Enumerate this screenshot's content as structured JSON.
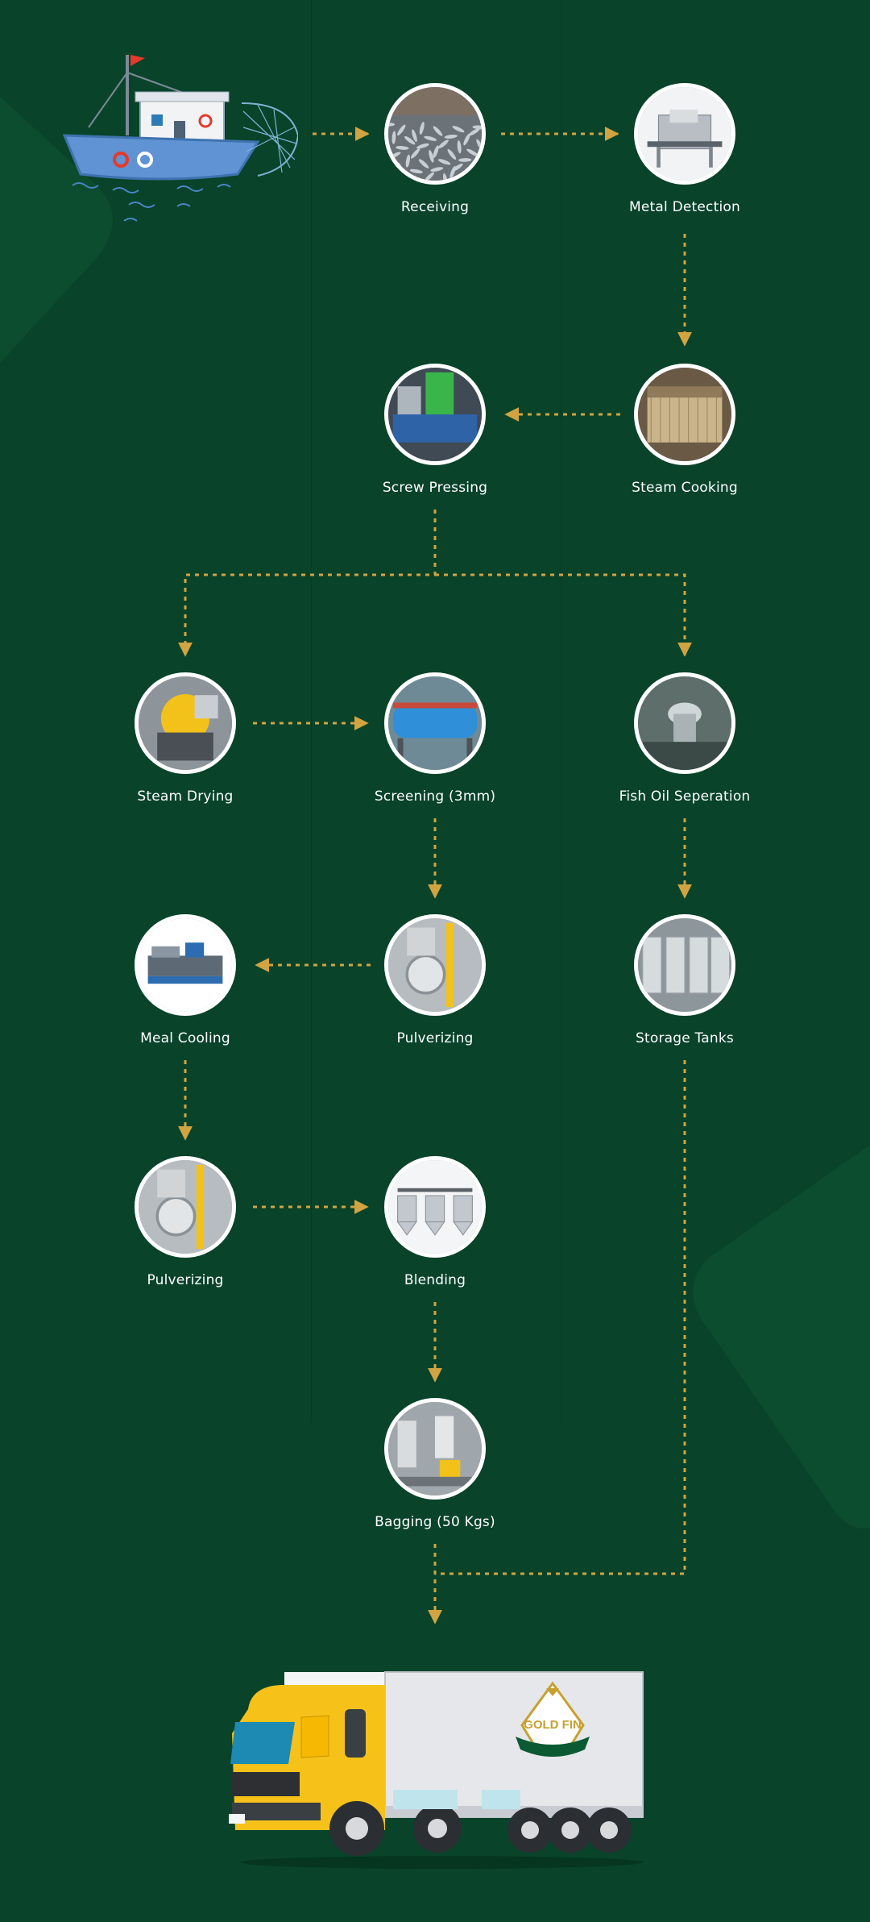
{
  "diagram": {
    "colors": {
      "background": "#08432a",
      "arrow": "#d1a441",
      "label": "#ffffff",
      "truck_cab": "#f6c21a",
      "truck_box": "#e6e7ea"
    },
    "steps": [
      {
        "id": "receiving",
        "label": "Receiving",
        "icon": "fish-pile-photo"
      },
      {
        "id": "metal-detection",
        "label": "Metal Detection",
        "icon": "metal-detector-photo"
      },
      {
        "id": "steam-cooking",
        "label": "Steam Cooking",
        "icon": "steam-cooker-photo"
      },
      {
        "id": "screw-pressing",
        "label": "Screw Pressing",
        "icon": "screw-press-photo"
      },
      {
        "id": "steam-drying",
        "label": "Steam Drying",
        "icon": "steam-dryer-photo"
      },
      {
        "id": "screening",
        "label": "Screening (3mm)",
        "icon": "screening-drum-photo"
      },
      {
        "id": "fish-oil-separation",
        "label": "Fish Oil Seperation",
        "icon": "oil-separator-photo"
      },
      {
        "id": "meal-cooling",
        "label": "Meal Cooling",
        "icon": "meal-cooler-photo"
      },
      {
        "id": "pulverizing-1",
        "label": "Pulverizing",
        "icon": "pulverizer-photo"
      },
      {
        "id": "storage-tanks",
        "label": "Storage Tanks",
        "icon": "storage-tanks-photo"
      },
      {
        "id": "pulverizing-2",
        "label": "Pulverizing",
        "icon": "pulverizer-photo"
      },
      {
        "id": "blending",
        "label": "Blending",
        "icon": "blending-tanks-photo"
      },
      {
        "id": "bagging",
        "label": "Bagging (50 Kgs)",
        "icon": "bagging-machine-photo"
      }
    ],
    "start_icon": "fishing-boat-illustration",
    "end_icon": "delivery-truck-illustration",
    "truck_logo": {
      "brand": "GOLD FIN"
    }
  }
}
